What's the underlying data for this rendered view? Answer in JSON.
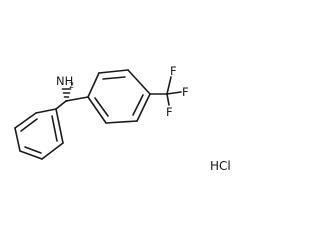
{
  "molecule": {
    "amine_label": "NH",
    "amine_subscript": "2",
    "fluorine_1": "F",
    "fluorine_2": "F",
    "fluorine_3": "F",
    "salt_label": "HCl"
  },
  "colors": {
    "bond": "#1a1a1a",
    "background": "#ffffff"
  }
}
